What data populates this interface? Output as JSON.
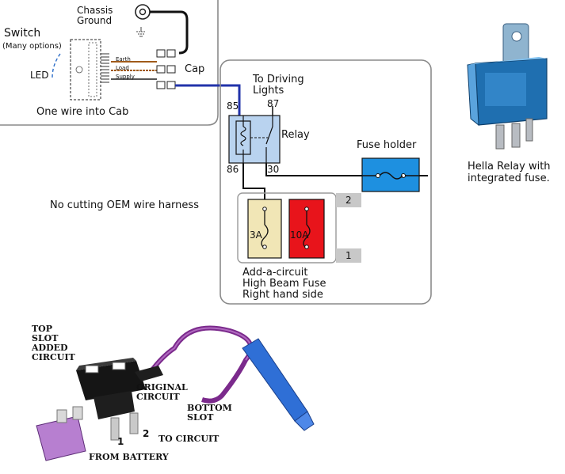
{
  "switch_panel": {
    "title": "Switch",
    "options_note": "(Many options)",
    "led_label": "LED",
    "earth_label": "Earth",
    "load_label": "Load",
    "supply_label": "Supply",
    "chassis_ground_line1": "Chassis",
    "chassis_ground_line2": "Ground",
    "cap_label": "Cap",
    "caption": "One wire into Cab"
  },
  "relay_panel": {
    "driving_lights_line1": "To Driving",
    "driving_lights_line2": "Lights",
    "relay_label": "Relay",
    "pin_85": "85",
    "pin_87": "87",
    "pin_86": "86",
    "pin_30": "30",
    "fuse_holder_label": "Fuse holder",
    "fuse_3a": "3A",
    "fuse_10a": "10A",
    "slot_2": "2",
    "slot_1": "1",
    "add_circuit_line1": "Add-a-circuit",
    "add_circuit_line2": "High Beam Fuse",
    "add_circuit_line3": "Right hand side"
  },
  "side_notes": {
    "hella_line1": "Hella Relay with",
    "hella_line2": "integrated fuse.",
    "no_cutting": "No cutting OEM wire harness"
  },
  "photo": {
    "top_slot_line1": "TOP",
    "top_slot_line2": "SLOT",
    "top_slot_line3": "ADDED",
    "top_slot_line4": "CIRCUIT",
    "original_line1": "ORIGINAL",
    "original_line2": "CIRCUIT",
    "bottom_line1": "BOTTOM",
    "bottom_line2": "SLOT",
    "to_circuit": "TO CIRCUIT",
    "from_battery": "FROM BATTERY",
    "pin_1": "1",
    "pin_2": "2"
  },
  "colors": {
    "panel_border": "#8a8a8a",
    "wire_blue": "#2233aa",
    "relay_fill": "#b9d3ef",
    "fuse_holder_fill": "#1e90e0",
    "fuse_3a_fill": "#f1e6b6",
    "fuse_10a_fill": "#e8141b",
    "wire_purple": "#7b2a8c",
    "tap_blue": "#2f6fd6"
  }
}
